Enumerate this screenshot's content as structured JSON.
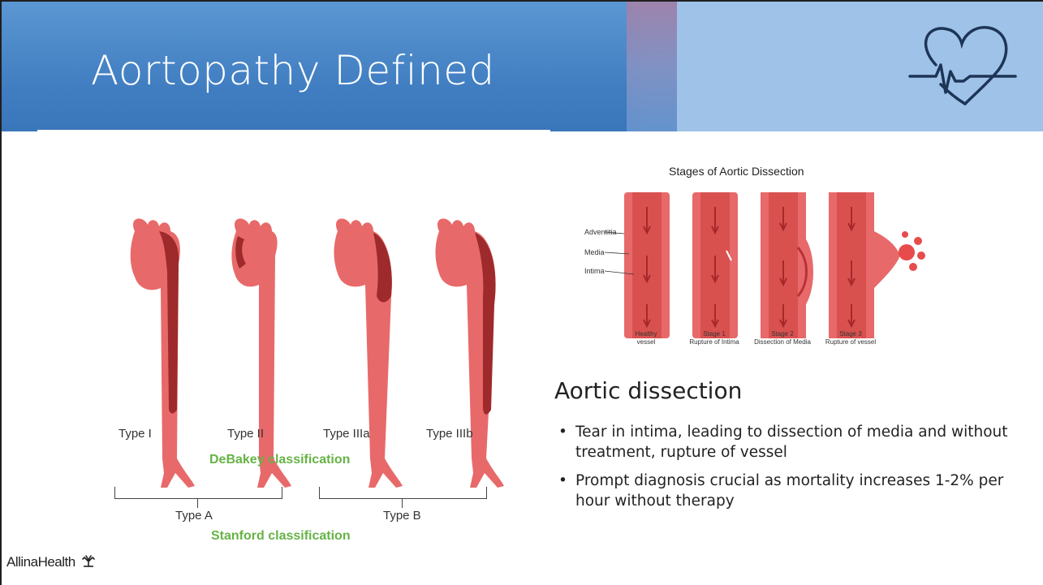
{
  "slide": {
    "title": "Aortopathy Defined",
    "logo": "AllinaHealth",
    "logo_mark_icon": "tree-leaf-logo-icon"
  },
  "left_figure": {
    "types": [
      "Type I",
      "Type II",
      "Type IIIa",
      "Type IIIb"
    ],
    "debakey_label": "DeBakey classification",
    "type_a": "Type A",
    "type_b": "Type B",
    "stanford_label": "Stanford classification"
  },
  "right_figure": {
    "title": "Stages of Aortic Dissection",
    "layers": [
      "Adventitia",
      "Media",
      "Intima"
    ],
    "stages": [
      {
        "line1": "Healthy",
        "line2": "vessel"
      },
      {
        "line1": "Stage 1",
        "line2": "Rupture of Intima"
      },
      {
        "line1": "Stage 2",
        "line2": "Dissection of Media"
      },
      {
        "line1": "Stage 3",
        "line2": "Rupture of vessel"
      }
    ]
  },
  "content": {
    "heading": "Aortic dissection",
    "bullets": [
      "Tear in intima, leading to dissection of media and without treatment, rupture of vessel",
      "Prompt diagnosis crucial as mortality increases 1-2% per hour without therapy"
    ]
  },
  "colors": {
    "header_blue": "#3f7cc0",
    "header_light": "#9fc3e8",
    "classification_green": "#66b346",
    "vessel_red": "#e8696a",
    "dissection_dark": "#9e2a2c"
  }
}
